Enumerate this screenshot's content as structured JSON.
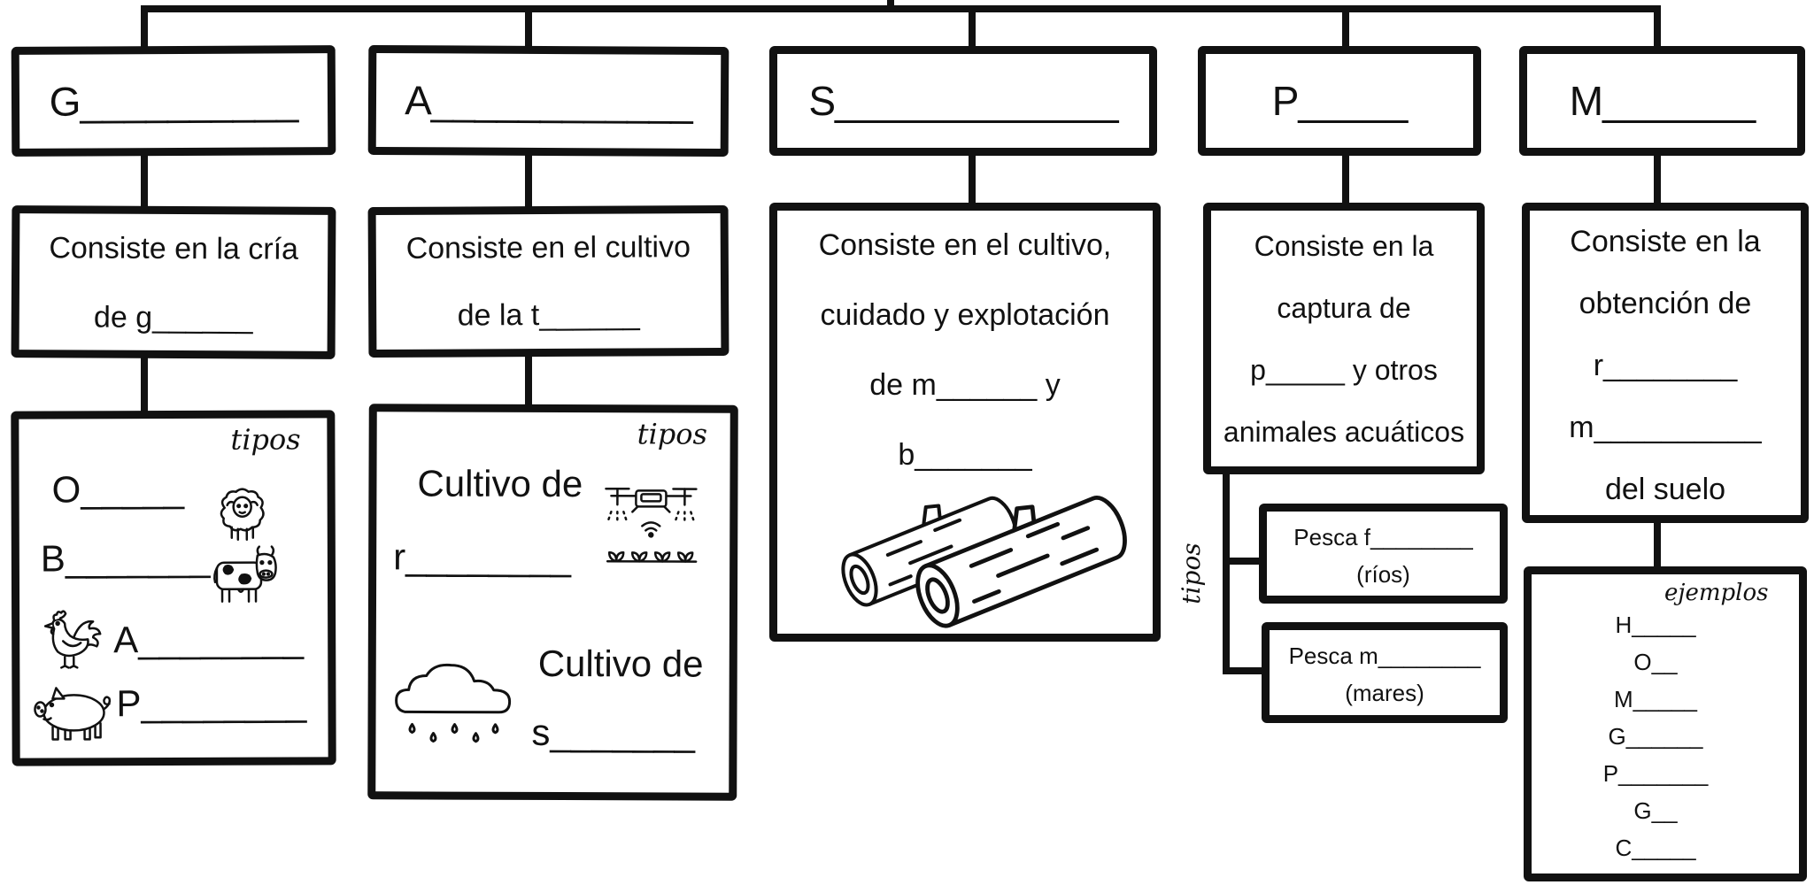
{
  "colors": {
    "ink": "#111111",
    "paper": "#ffffff"
  },
  "columns": [
    {
      "title": "G__________",
      "description": [
        "Consiste en la cría",
        "de g______"
      ],
      "types_label": "tipos",
      "types": [
        {
          "label": "O_____",
          "icon": "sheep-icon"
        },
        {
          "label": "B_______",
          "icon": "cow-icon"
        },
        {
          "label": "A________",
          "icon": "chicken-icon"
        },
        {
          "label": "P________",
          "icon": "pig-icon"
        }
      ]
    },
    {
      "title": "A____________",
      "description": [
        "Consiste en el cultivo",
        "de la t______"
      ],
      "types_label": "tipos",
      "types": [
        {
          "label": [
            "Cultivo de",
            "r________"
          ],
          "icon": "irrigation-drone-icon"
        },
        {
          "label": [
            "Cultivo de",
            "s_______"
          ],
          "icon": "rain-cloud-icon"
        }
      ]
    },
    {
      "title": "S_____________",
      "description": [
        "Consiste en el cultivo,",
        "cuidado y explotación",
        "de m______ y",
        "b_______"
      ],
      "icon": "logs-icon"
    },
    {
      "title": "P_____",
      "description": [
        "Consiste en la",
        "captura de",
        "p_____ y otros",
        "animales acuáticos"
      ],
      "types_label": "tipos",
      "types": [
        {
          "label": "Pesca f________",
          "note": "(ríos)"
        },
        {
          "label": "Pesca m________",
          "note": "(mares)"
        }
      ]
    },
    {
      "title": "M_______",
      "description": [
        "Consiste en la",
        "obtención de",
        "r________",
        "m__________",
        "del suelo"
      ],
      "examples_label": "ejemplos",
      "examples": [
        "H_____",
        "O__",
        "M_____",
        "G______",
        "P_______",
        "G__",
        "C_____"
      ]
    }
  ]
}
